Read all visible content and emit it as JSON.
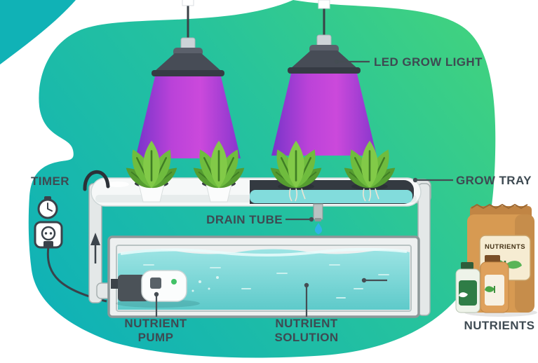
{
  "labels": {
    "led_grow_light": "LED GROW LIGHT",
    "timer": "TIMER",
    "grow_tray": "GROW TRAY",
    "drain_tube": "DRAIN TUBE",
    "nutrient_pump": "NUTRIENT PUMP",
    "nutrient_solution": "NUTRIENT SOLUTION",
    "nutrients_caption": "NUTRIENTS",
    "bag_label": "NUTRIENTS"
  },
  "colors": {
    "background_teal": "#10b2b6",
    "background_green": "#3fd181",
    "cone_magenta": "#d244de",
    "cone_purple": "#7b2ecb",
    "water_teal": "#6fd4d4",
    "water_teal_light": "#9ce4e4",
    "label_ink": "#3e4a52",
    "plant_green": "#6fbc3e",
    "plant_green_dark": "#559c30",
    "plant_green_light": "#82ca48",
    "bag_tan": "#d79a52",
    "drop_blue": "#2fb3e6",
    "fixture_gray": "#474c56",
    "tank_water_dark": "#5ecaca"
  }
}
